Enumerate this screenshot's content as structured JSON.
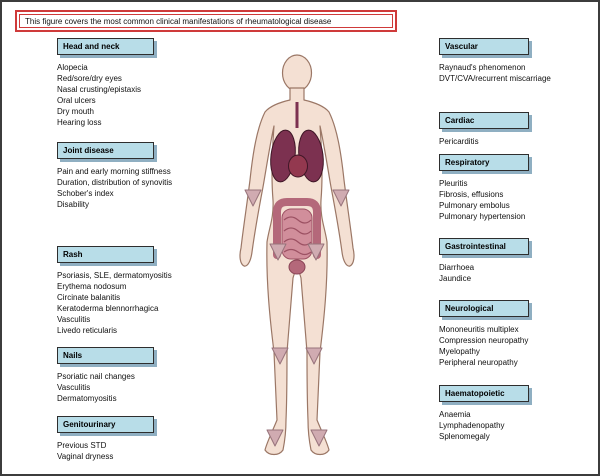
{
  "caption": "This figure covers the most common clinical manifestations of rheumatological disease",
  "left_sections": [
    {
      "label": "Head and neck",
      "items": [
        "Alopecia",
        "Red/sore/dry eyes",
        "Nasal crusting/epistaxis",
        "Oral ulcers",
        "Dry mouth",
        "Hearing loss"
      ]
    },
    {
      "label": "Joint disease",
      "items": [
        "Pain and early morning stiffness",
        "Duration, distribution of synovitis",
        "Schober's index",
        "Disability"
      ]
    },
    {
      "label": "Rash",
      "items": [
        "Psoriasis, SLE, dermatomyositis",
        "Erythema nodosum",
        "Circinate balanitis",
        "Keratoderma blennorrhagica",
        "Vasculitis",
        "Livedo reticularis"
      ]
    },
    {
      "label": "Nails",
      "items": [
        "Psoriatic nail changes",
        "Vasculitis",
        "Dermatomyositis"
      ]
    },
    {
      "label": "Genitourinary",
      "items": [
        "Previous STD",
        "Vaginal dryness"
      ]
    }
  ],
  "right_sections": [
    {
      "label": "Vascular",
      "items": [
        "Raynaud's phenomenon",
        "DVT/CVA/recurrent miscarriage"
      ]
    },
    {
      "label": "Cardiac",
      "items": [
        "Pericarditis"
      ]
    },
    {
      "label": "Respiratory",
      "items": [
        "Pleuritis",
        "Fibrosis, effusions",
        "Pulmonary embolus",
        "Pulmonary hypertension"
      ]
    },
    {
      "label": "Gastrointestinal",
      "items": [
        "Diarrhoea",
        "Jaundice"
      ]
    },
    {
      "label": "Neurological",
      "items": [
        "Mononeuritis multiplex",
        "Compression neuropathy",
        "Myelopathy",
        "Peripheral neuropathy"
      ]
    },
    {
      "label": "Haematopoietic",
      "items": [
        "Anaemia",
        "Lymphadenopathy",
        "Splenomegaly"
      ]
    }
  ],
  "colors": {
    "caption_border": "#cf3a3a",
    "section_header_bg": "#b8dde8",
    "section_header_shadow": "#8fafc2",
    "body_skin": "#f4e0d3",
    "body_outline": "#9b7766",
    "organ_dark": "#7c3150",
    "organ_light": "#d18e9b",
    "joint_marker": "#d0abb1"
  }
}
